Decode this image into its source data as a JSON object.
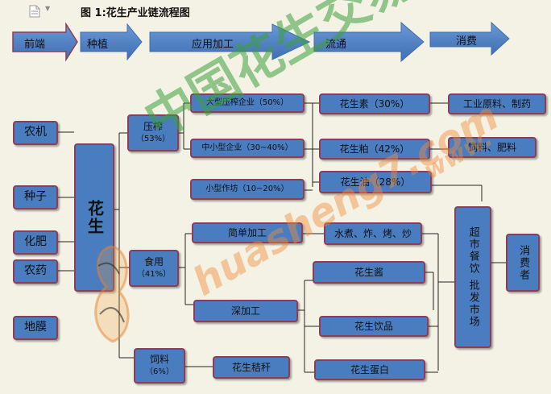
{
  "title": "图 1:花生产业链流程图",
  "stages": [
    "前端",
    "种植",
    "应用加工",
    "流通",
    "消费"
  ],
  "inputs": [
    "农机",
    "种子",
    "化肥",
    "农药",
    "地膜"
  ],
  "peanut": "花生",
  "press": {
    "label": "压榨",
    "pct": "（53%）"
  },
  "food": {
    "label": "食用",
    "pct": "（41%）"
  },
  "feed": {
    "label": "饲料",
    "pct": "（6%）"
  },
  "large_press": "大型压榨企业（50%）",
  "small_press": "中小型企业（30~40%）",
  "mini_workshop": "小型作坊（10~20%）",
  "products": {
    "protein": "花生素（30%）",
    "meal": "花生粕（42%）",
    "oil": "花生油（28%）",
    "industrial": "工业原料、制药",
    "fodder": "饲料、肥料"
  },
  "simple_process": "简单加工",
  "simple_methods": "水煮、炸、烤、炒",
  "deep_process": "深加工",
  "deep_products": [
    "花生酱",
    "花生饮品",
    "花生蛋白"
  ],
  "straw": "花生秸秆",
  "distribution": "超市餐饮 批发市场",
  "consumer": "消费者",
  "watermark": {
    "cn": "中国花生交易网",
    "url": "huasheng7.com",
    "url2": "www."
  },
  "colors": {
    "box": "#4a7cc0",
    "border": "#8c3d5a",
    "line": "#222222",
    "background": "#f4f2e4"
  }
}
